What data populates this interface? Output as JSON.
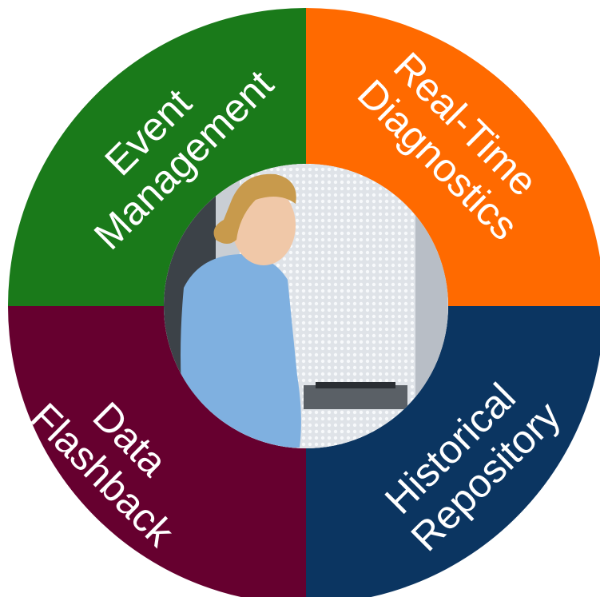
{
  "segments": [
    {
      "id": "event-management",
      "lines": [
        "Event",
        "Management"
      ],
      "color": "#1a7a1a"
    },
    {
      "id": "real-time-diagnostics",
      "lines": [
        "Real-Time",
        "Diagnostics"
      ],
      "color": "#ff6a00"
    },
    {
      "id": "historical-repository",
      "lines": [
        "Historical",
        "Repository"
      ],
      "color": "#0b3561"
    },
    {
      "id": "data-flashback",
      "lines": [
        "Data",
        "Flashback"
      ],
      "color": "#66002f"
    }
  ],
  "center_photo": {
    "icon": "photo-woman-at-server-rack",
    "colors": {
      "shirt": "#7fb0e0",
      "hair": "#c89a4c",
      "skin": "#f0c8a8",
      "rack": "#e8ecf0"
    }
  }
}
